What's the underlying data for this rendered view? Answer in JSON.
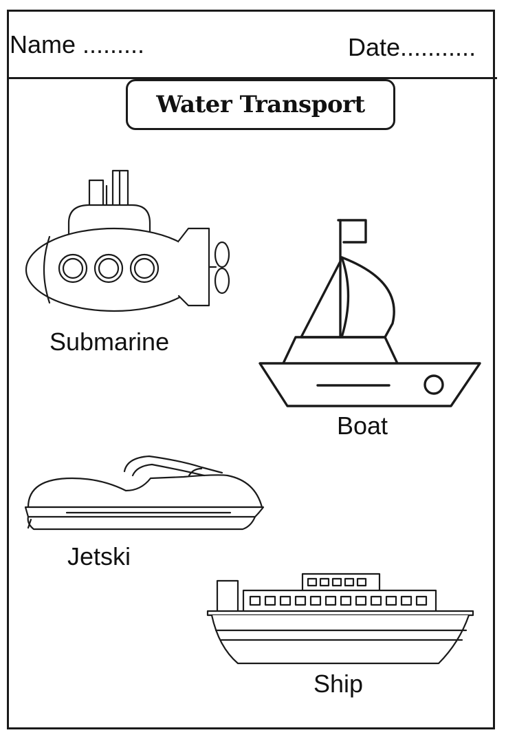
{
  "header": {
    "name_label": "Name .........",
    "date_label": "Date..........."
  },
  "title": "Water Transport",
  "items": [
    {
      "label": "Submarine",
      "icon": "submarine-icon"
    },
    {
      "label": "Boat",
      "icon": "sailboat-icon"
    },
    {
      "label": "Jetski",
      "icon": "jetski-icon"
    },
    {
      "label": "Ship",
      "icon": "ship-icon"
    }
  ]
}
